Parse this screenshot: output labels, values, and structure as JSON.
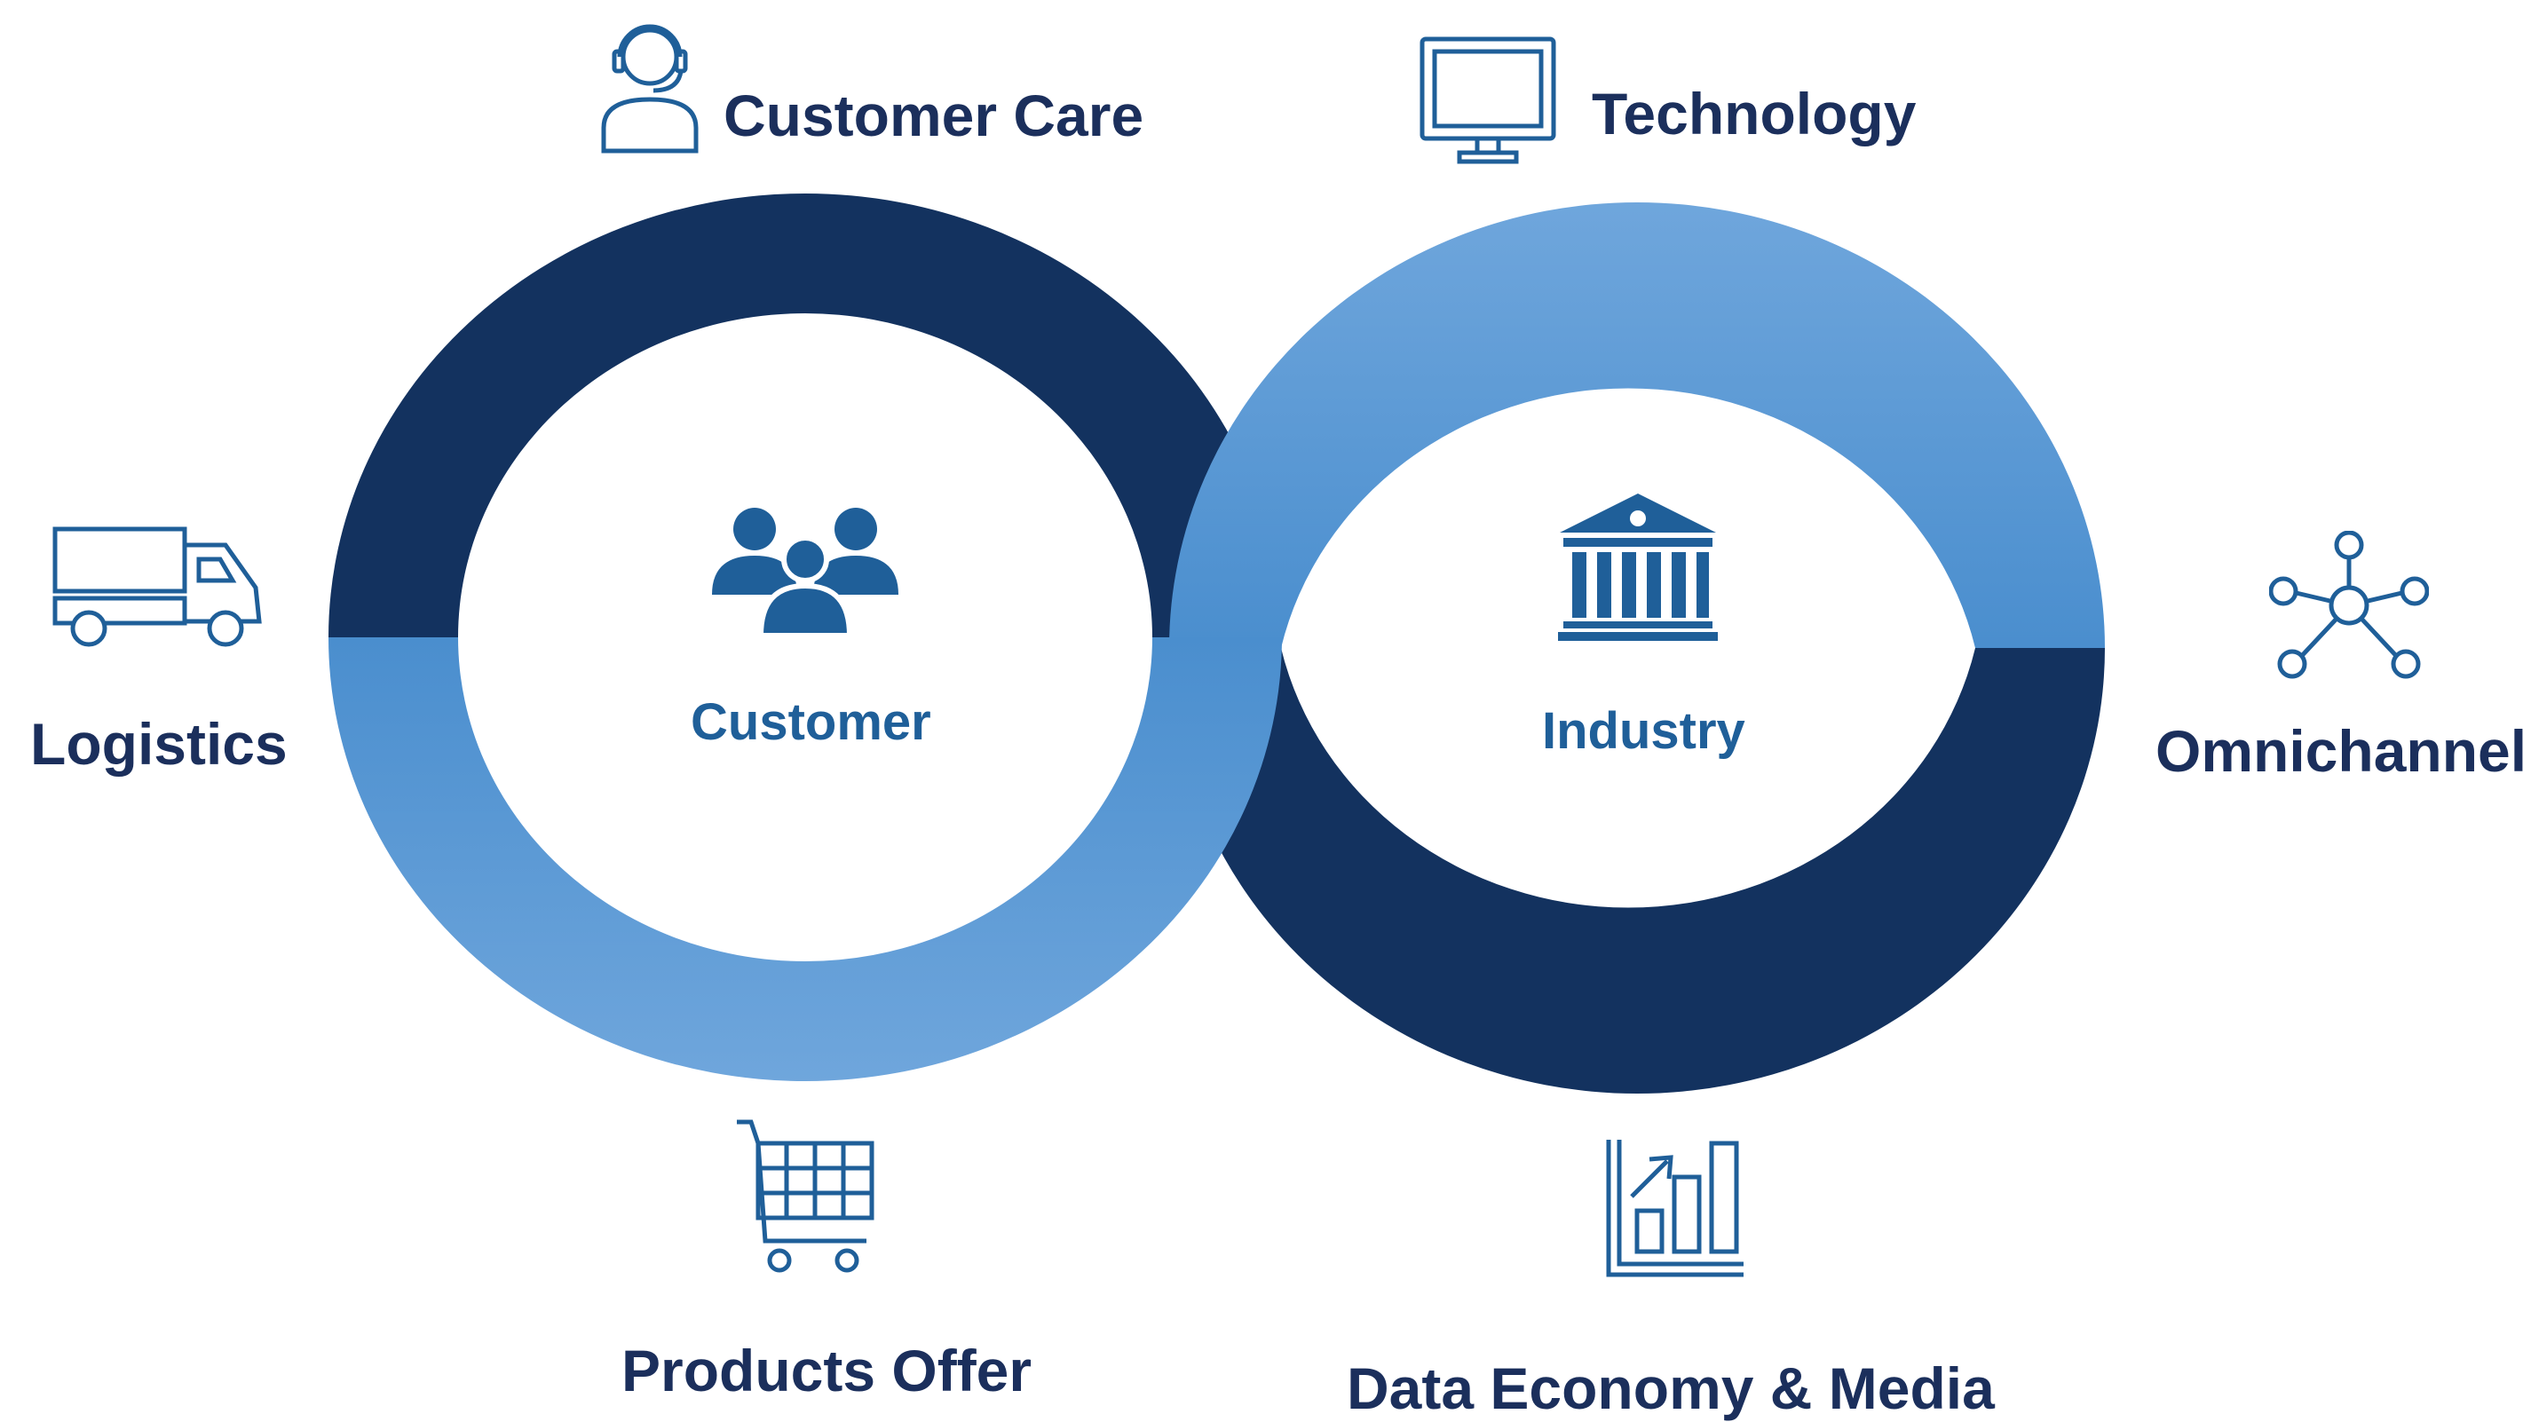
{
  "colors": {
    "navy": "#13325f",
    "light_blue_top": "#6fa6dc",
    "light_blue_bottom": "#4a8ece",
    "icon_blue": "#1f5f99",
    "text_navy": "#1b2f5c"
  },
  "left_ring": {
    "center_label": "Customer",
    "center_icon": "people-group-icon",
    "top_half_color": "navy",
    "bottom_half_color": "light-blue"
  },
  "right_ring": {
    "center_label": "Industry",
    "center_icon": "bank-building-icon",
    "top_half_color": "light-blue",
    "bottom_half_color": "navy"
  },
  "nodes": [
    {
      "id": "customer-care",
      "label": "Customer Care",
      "icon": "headset-agent-icon"
    },
    {
      "id": "technology",
      "label": "Technology",
      "icon": "monitor-icon"
    },
    {
      "id": "logistics",
      "label": "Logistics",
      "icon": "delivery-truck-icon"
    },
    {
      "id": "omnichannel",
      "label": "Omnichannel",
      "icon": "network-hub-icon"
    },
    {
      "id": "products-offer",
      "label": "Products Offer",
      "icon": "shopping-cart-icon"
    },
    {
      "id": "data-economy-media",
      "label": "Data Economy & Media",
      "icon": "growth-chart-icon"
    }
  ]
}
